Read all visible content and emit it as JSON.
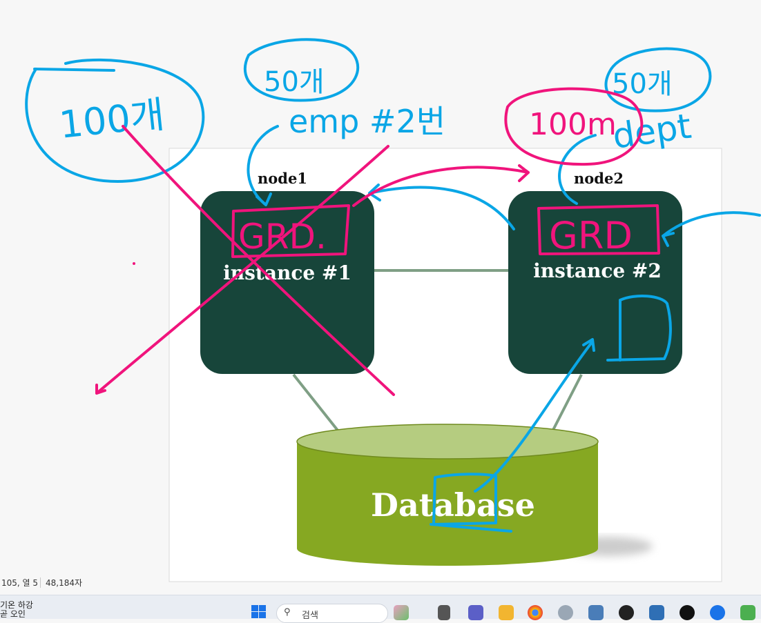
{
  "diagram": {
    "node1_label": "node1",
    "node2_label": "node2",
    "instance1_label": "instance #1",
    "instance2_label": "instance #2",
    "database_label": "Database",
    "colors": {
      "instance_fill": "#17453a",
      "db_body": "#86a822",
      "db_top": "#b5cc80",
      "link": "#7f9f85",
      "ink_blue": "#0aa6e6",
      "ink_pink": "#f0147c"
    }
  },
  "annotations": {
    "note_100m_left": "100개",
    "note_50m_left": "50개",
    "note_emp": "emp #2번",
    "note_100m_right": "100m",
    "note_50m_right": "50개",
    "note_dept": "dept",
    "grd_left": "GRD.",
    "grd_right": "GRD"
  },
  "status_bar": {
    "position": "105, 열 5",
    "chars": "48,184자"
  },
  "taskbar": {
    "weather_line1": "기온 하강",
    "weather_line2": "곧 오인",
    "search_placeholder": "검색",
    "apps": [
      "photos-icon",
      "taskview-icon",
      "teams-icon",
      "files-icon",
      "chrome-icon",
      "app-icon",
      "settings-icon",
      "obs-icon",
      "maps-icon",
      "pin-icon",
      "security-icon",
      "media-icon"
    ]
  }
}
